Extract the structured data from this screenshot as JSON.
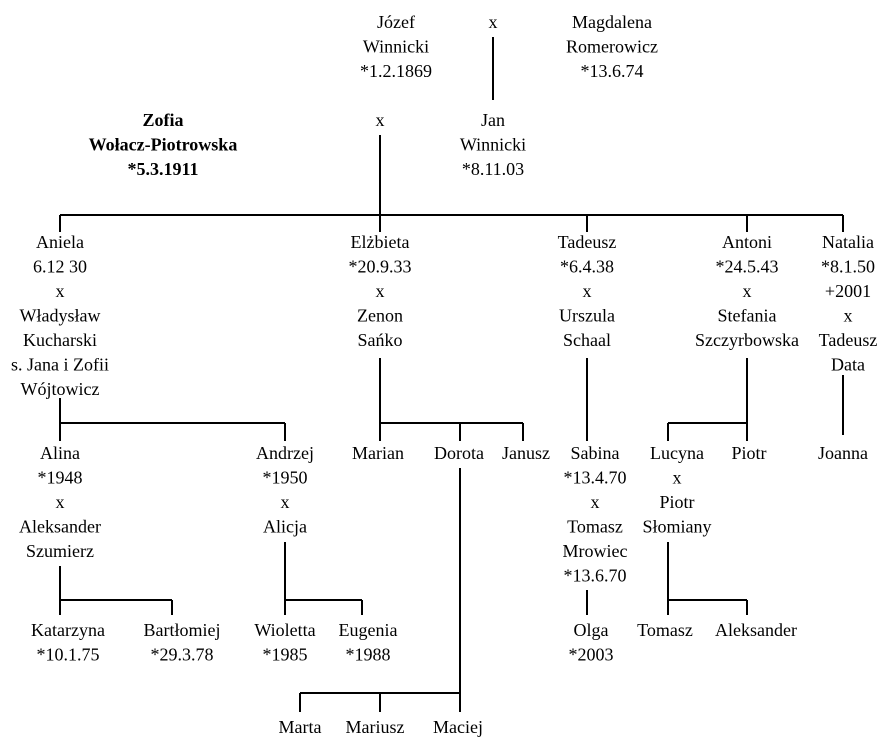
{
  "couple_sep": "x",
  "people": {
    "jozef": {
      "lines": [
        "Józef",
        "Winnicki",
        "*1.2.1869"
      ]
    },
    "magdalena": {
      "lines": [
        "Magdalena",
        "Romerowicz",
        "*13.6.74"
      ]
    },
    "zofia": {
      "lines": [
        "Zofia",
        "Wołacz-Piotrowska",
        "*5.3.1911"
      ]
    },
    "jan": {
      "lines": [
        "Jan",
        "Winnicki",
        "*8.11.03"
      ]
    },
    "aniela": {
      "lines": [
        "Aniela",
        "6.12 30",
        "x",
        "Władysław",
        "Kucharski",
        "s. Jana i Zofii",
        "Wójtowicz"
      ]
    },
    "elzbieta": {
      "lines": [
        "Elżbieta",
        "*20.9.33",
        "x",
        "Zenon",
        "Sańko"
      ]
    },
    "tadeusz": {
      "lines": [
        "Tadeusz",
        "*6.4.38",
        "x",
        "Urszula",
        "Schaal"
      ]
    },
    "antoni": {
      "lines": [
        "Antoni",
        "*24.5.43",
        "x",
        "Stefania",
        "Szczyrbowska"
      ]
    },
    "natalia": {
      "lines": [
        "Natalia",
        "*8.1.50",
        "+2001",
        "x",
        "Tadeusz",
        "Data"
      ]
    },
    "alina": {
      "lines": [
        "Alina",
        "*1948",
        "x",
        "Aleksander",
        "Szumierz"
      ]
    },
    "andrzej": {
      "lines": [
        "Andrzej",
        "*1950",
        "x",
        "Alicja"
      ]
    },
    "marian": {
      "lines": [
        "Marian"
      ]
    },
    "dorota": {
      "lines": [
        "Dorota"
      ]
    },
    "janusz": {
      "lines": [
        "Janusz"
      ]
    },
    "sabina": {
      "lines": [
        "Sabina",
        "*13.4.70",
        "x",
        "Tomasz",
        "Mrowiec",
        "*13.6.70"
      ]
    },
    "lucyna": {
      "lines": [
        "Lucyna",
        "x",
        "Piotr",
        "Słomiany"
      ]
    },
    "piotr": {
      "lines": [
        "Piotr"
      ]
    },
    "joanna": {
      "lines": [
        "Joanna"
      ]
    },
    "katarzyna": {
      "lines": [
        "Katarzyna",
        "*10.1.75"
      ]
    },
    "bartlomiej": {
      "lines": [
        "Bartłomiej",
        "*29.3.78"
      ]
    },
    "wioletta": {
      "lines": [
        "Wioletta",
        "*1985"
      ]
    },
    "eugenia": {
      "lines": [
        "Eugenia",
        "*1988"
      ]
    },
    "olga": {
      "lines": [
        "Olga",
        "*2003"
      ]
    },
    "tomasz": {
      "lines": [
        "Tomasz"
      ]
    },
    "aleksander": {
      "lines": [
        "Aleksander"
      ]
    },
    "marta": {
      "lines": [
        "Marta"
      ]
    },
    "mariusz": {
      "lines": [
        "Mariusz"
      ]
    },
    "maciej": {
      "lines": [
        "Maciej"
      ]
    }
  }
}
